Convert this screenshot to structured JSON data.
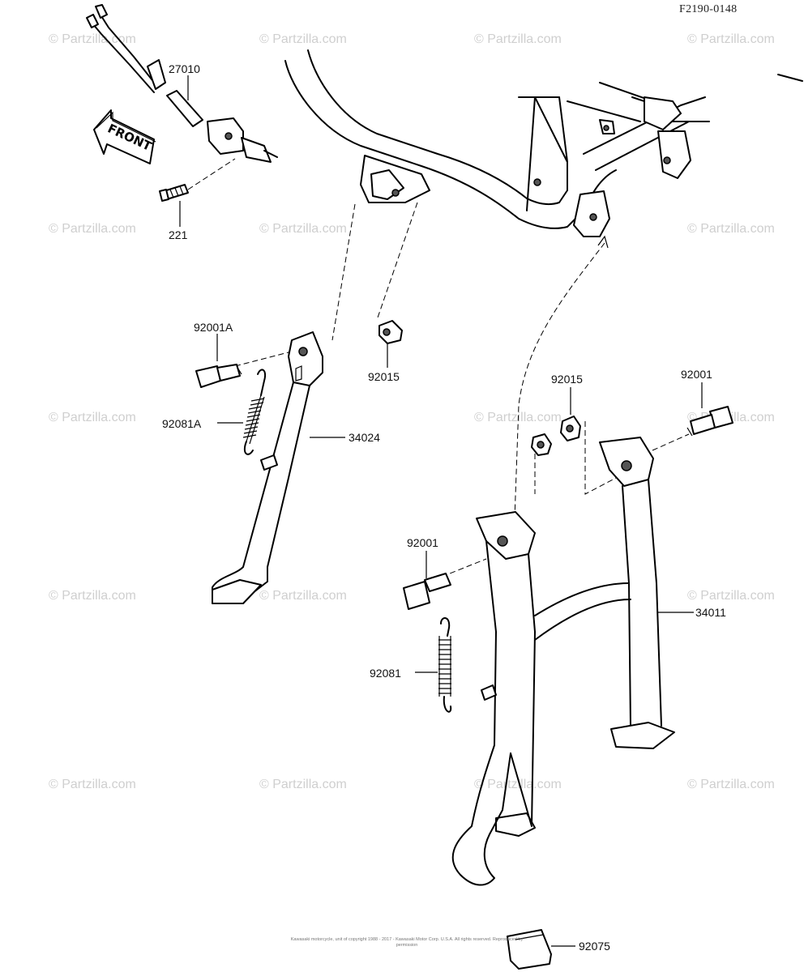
{
  "diagram_code": "F2190-0148",
  "front_arrow_label": "FRONT",
  "watermark_text": "© Partzilla.com",
  "copyright_text": "Kawasaki motorcycle, unit of copyright 1988 - 2017 - Kawasaki Motor Corp. U.S.A. All rights reserved. Reproduced by permission",
  "parts": {
    "p27010": "27010",
    "p221": "221",
    "p92001A": "92001A",
    "p92015_left": "92015",
    "p92081A": "92081A",
    "p34024": "34024",
    "p92015_right": "92015",
    "p92001_right": "92001",
    "p92001_mid": "92001",
    "p34011": "34011",
    "p92081": "92081",
    "p92075": "92075"
  }
}
